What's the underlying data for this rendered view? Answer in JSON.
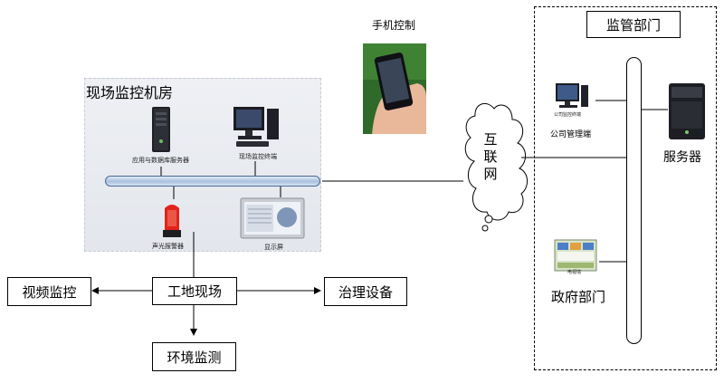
{
  "machine_room": {
    "title": "现场监控机房",
    "app_db_server_label": "应用与数据库服务器",
    "monitor_terminal_label": "现场监控终端",
    "alarm_label": "声光报警器",
    "display_label": "显示屏"
  },
  "phone": {
    "label": "手机控制"
  },
  "cloud": {
    "chars": [
      "互",
      "联",
      "网"
    ]
  },
  "regulator": {
    "title": "监管部门",
    "company_terminal_small": "公司监控终端",
    "company_terminal_label": "公司管理端",
    "server_label": "服务器",
    "gov_small": "电视墙",
    "gov_label": "政府部门"
  },
  "site": {
    "video_label": "视频监控",
    "site_label": "工地现场",
    "treatment_label": "治理设备",
    "env_label": "环境监测"
  }
}
